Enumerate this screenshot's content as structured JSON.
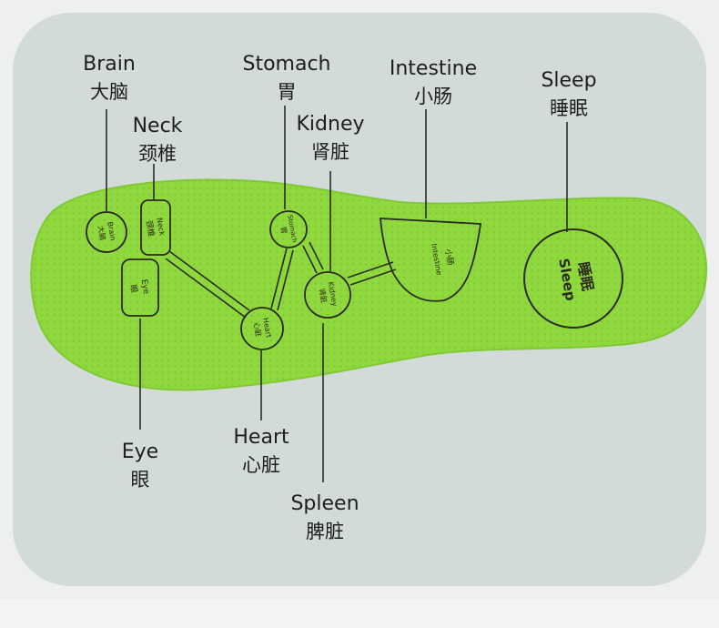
{
  "colors": {
    "background": "#d3dbd8",
    "insole": "#8fd93f",
    "insole_edge": "#7fc935",
    "ink": "#2b2b1a",
    "leader_line": "#2a2a2a"
  },
  "labels": {
    "brain": {
      "en": "Brain",
      "zh": "大脑"
    },
    "neck": {
      "en": "Neck",
      "zh": "颈椎"
    },
    "stomach": {
      "en": "Stomach",
      "zh": "胃"
    },
    "kidney": {
      "en": "Kidney",
      "zh": "肾脏"
    },
    "intestine": {
      "en": "Intestine",
      "zh": "小肠"
    },
    "sleep": {
      "en": "Sleep",
      "zh": "睡眠"
    },
    "eye": {
      "en": "Eye",
      "zh": "眼"
    },
    "heart": {
      "en": "Heart",
      "zh": "心脏"
    },
    "spleen": {
      "en": "Spleen",
      "zh": "脾脏"
    }
  },
  "insole_marks": {
    "brain": {
      "en": "Brain",
      "zh": "大脑"
    },
    "neck": {
      "en": "Neck",
      "zh": "颈椎"
    },
    "eye": {
      "en": "Eye",
      "zh": "眼"
    },
    "stomach": {
      "en": "Stomach",
      "zh": "胃"
    },
    "heart": {
      "en": "Heart",
      "zh": "心脏"
    },
    "kidney": {
      "en": "Kidney",
      "zh": "肾脏"
    },
    "intestine": {
      "en": "Intestine",
      "zh": "小肠"
    },
    "sleep": {
      "en": "Sleep",
      "zh": "睡眠"
    }
  }
}
